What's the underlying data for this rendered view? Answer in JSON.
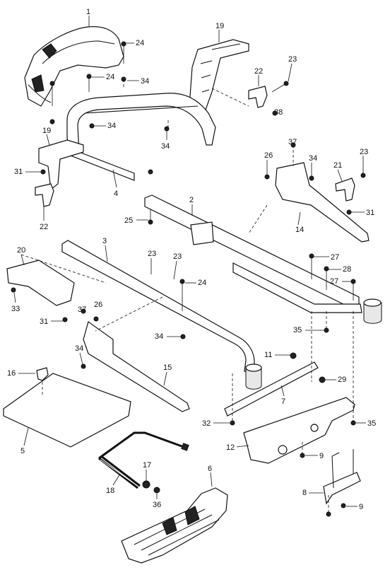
{
  "callouts": {
    "c1": "1",
    "c2": "2",
    "c3": "3",
    "c4": "4",
    "c5": "5",
    "c6": "6",
    "c7": "7",
    "c8": "8",
    "c9a": "9",
    "c9b": "9",
    "c11": "11",
    "c12": "12",
    "c14": "14",
    "c15": "15",
    "c16": "16",
    "c17": "17",
    "c18": "18",
    "c19a": "19",
    "c19b": "19",
    "c20": "20",
    "c21": "21",
    "c22a": "22",
    "c22b": "22",
    "c23a": "23",
    "c23b": "23",
    "c23c": "23",
    "c23d": "23",
    "c24a": "24",
    "c24b": "24",
    "c24c": "24",
    "c25": "25",
    "c26a": "26",
    "c26b": "26",
    "c27a": "27",
    "c27b": "27",
    "c28": "28",
    "c29": "29",
    "c31a": "31",
    "c31b": "31",
    "c31c": "31",
    "c32": "32",
    "c33": "33",
    "c34a": "34",
    "c34b": "34",
    "c34c": "34",
    "c34d": "34",
    "c34e": "34",
    "c34f": "34",
    "c35a": "35",
    "c35b": "35",
    "c36": "36",
    "c37a": "37",
    "c37b": "37",
    "c38": "38"
  },
  "colors": {
    "ink": "#111111",
    "background": "#ffffff"
  }
}
